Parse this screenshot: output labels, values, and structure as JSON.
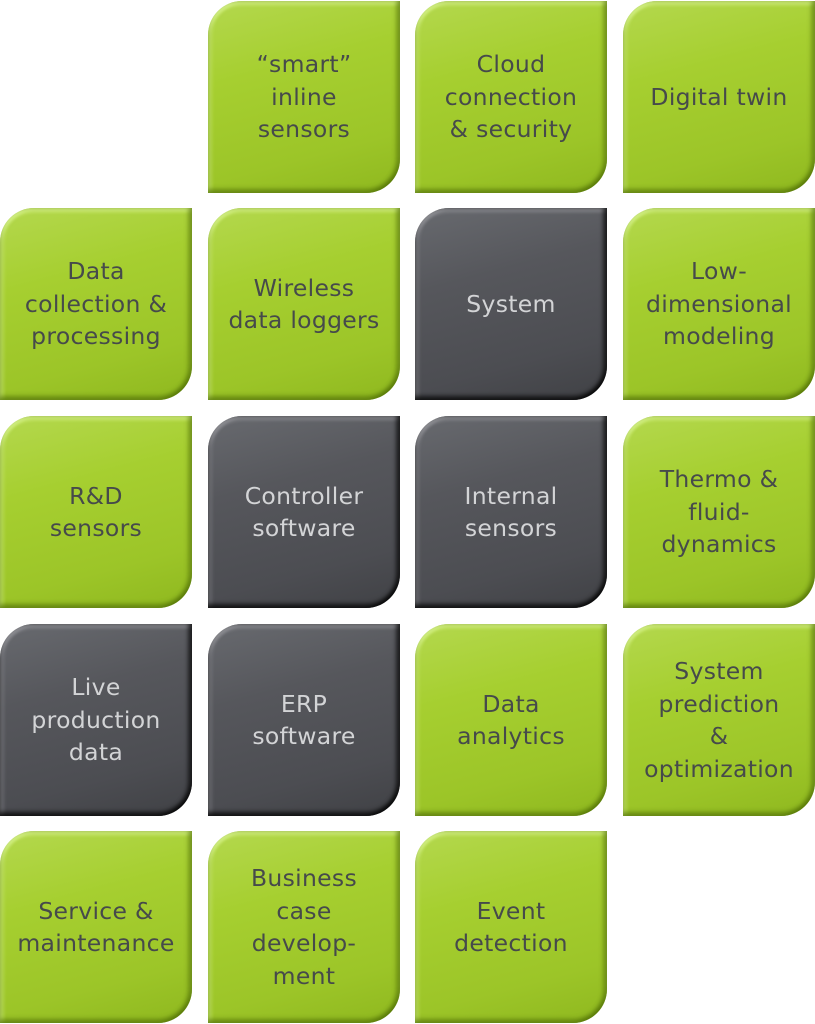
{
  "tiles": [
    {
      "id": "smart-inline-sensors",
      "label": "“smart”\ninline\nsensors",
      "style": "green"
    },
    {
      "id": "cloud-connection-security",
      "label": "Cloud\nconnection\n& security",
      "style": "green"
    },
    {
      "id": "digital-twin",
      "label": "Digital twin",
      "style": "green"
    },
    {
      "id": "data-collection-processing",
      "label": "Data\ncollection &\nprocessing",
      "style": "green"
    },
    {
      "id": "wireless-data-loggers",
      "label": "Wireless\ndata loggers",
      "style": "green"
    },
    {
      "id": "system",
      "label": "System",
      "style": "dark"
    },
    {
      "id": "low-dimensional-modeling",
      "label": "Low-\ndimensional\nmodeling",
      "style": "green"
    },
    {
      "id": "rd-sensors",
      "label": "R&D\nsensors",
      "style": "green"
    },
    {
      "id": "controller-software",
      "label": "Controller\nsoftware",
      "style": "dark"
    },
    {
      "id": "internal-sensors",
      "label": "Internal\nsensors",
      "style": "dark"
    },
    {
      "id": "thermo-fluid-dynamics",
      "label": "Thermo &\nfluid-\ndynamics",
      "style": "green"
    },
    {
      "id": "live-production-data",
      "label": "Live\nproduction\ndata",
      "style": "dark"
    },
    {
      "id": "erp-software",
      "label": "ERP\nsoftware",
      "style": "dark"
    },
    {
      "id": "data-analytics",
      "label": "Data\nanalytics",
      "style": "green"
    },
    {
      "id": "system-prediction-optimization",
      "label": "System\nprediction\n&\noptimization",
      "style": "green"
    },
    {
      "id": "service-maintenance",
      "label": "Service &\nmaintenance",
      "style": "green"
    },
    {
      "id": "business-case-development",
      "label": "Business\ncase\ndevelop-\nment",
      "style": "green"
    },
    {
      "id": "event-detection",
      "label": "Event\ndetection",
      "style": "green"
    }
  ],
  "colors": {
    "green_tile": "#a6cf30",
    "dark_tile": "#4f5055",
    "green_text": "#464a4b",
    "dark_text": "#d3d4d6"
  }
}
